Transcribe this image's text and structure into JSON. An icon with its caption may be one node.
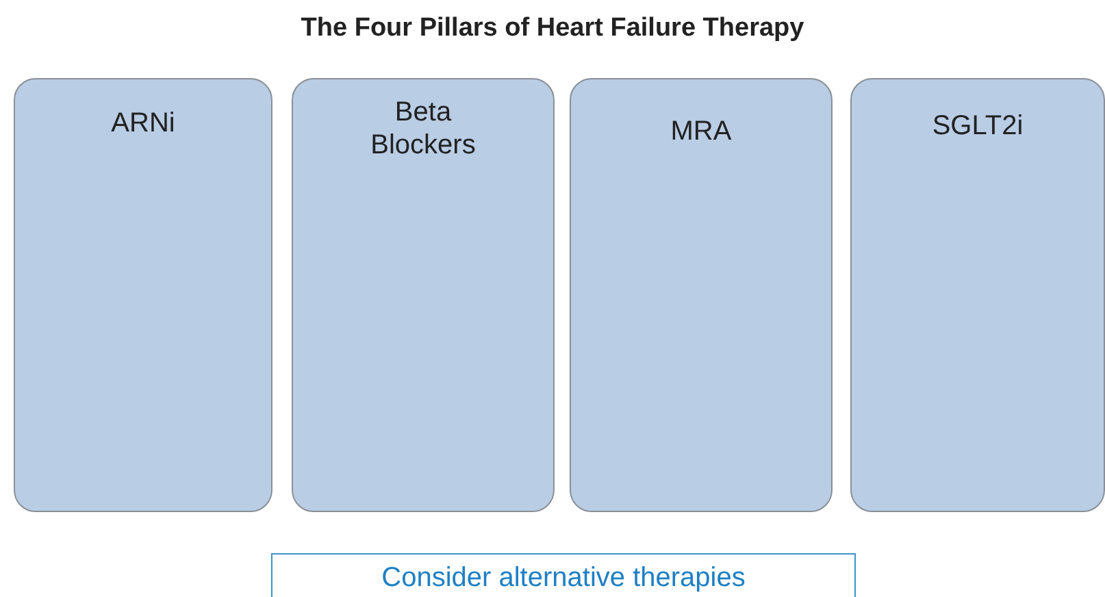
{
  "diagram": {
    "title": "The Four Pillars of Heart Failure Therapy",
    "nodes": [
      {
        "text": [
          "ARNi"
        ]
      },
      {
        "text": [
          "Beta Blockers"
        ]
      },
      {
        "text": [
          "MRA"
        ]
      },
      {
        "text": [
          "SGLT2i"
        ]
      },
      {
        "text": [
          "Consider alternative therapies"
        ]
      }
    ]
  }
}
